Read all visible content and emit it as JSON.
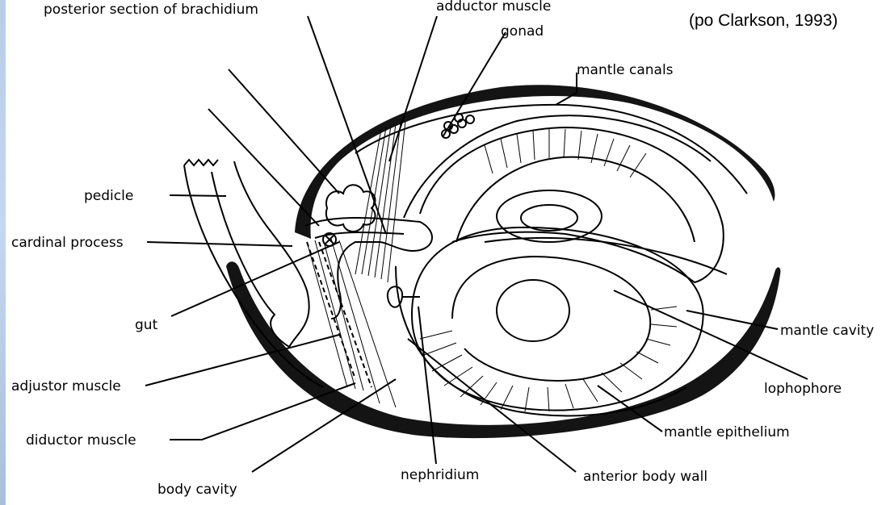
{
  "citation": "(po Clarkson, 1993)",
  "labels": {
    "posterior_section": "posterior section of brachidium",
    "adductor_muscle": "adductor muscle",
    "gonad": "gonad",
    "mantle_canals": "mantle canals",
    "pedicle": "pedicle",
    "cardinal_process": "cardinal process",
    "gut": "gut",
    "mantle_cavity": "mantle cavity",
    "adjustor_muscle": "adjustor muscle",
    "lophophore": "lophophore",
    "diductor_muscle": "diductor muscle",
    "mantle_epithelium": "mantle epithelium",
    "body_cavity": "body cavity",
    "nephridium": "nephridium",
    "anterior_body_wall": "anterior body wall"
  }
}
